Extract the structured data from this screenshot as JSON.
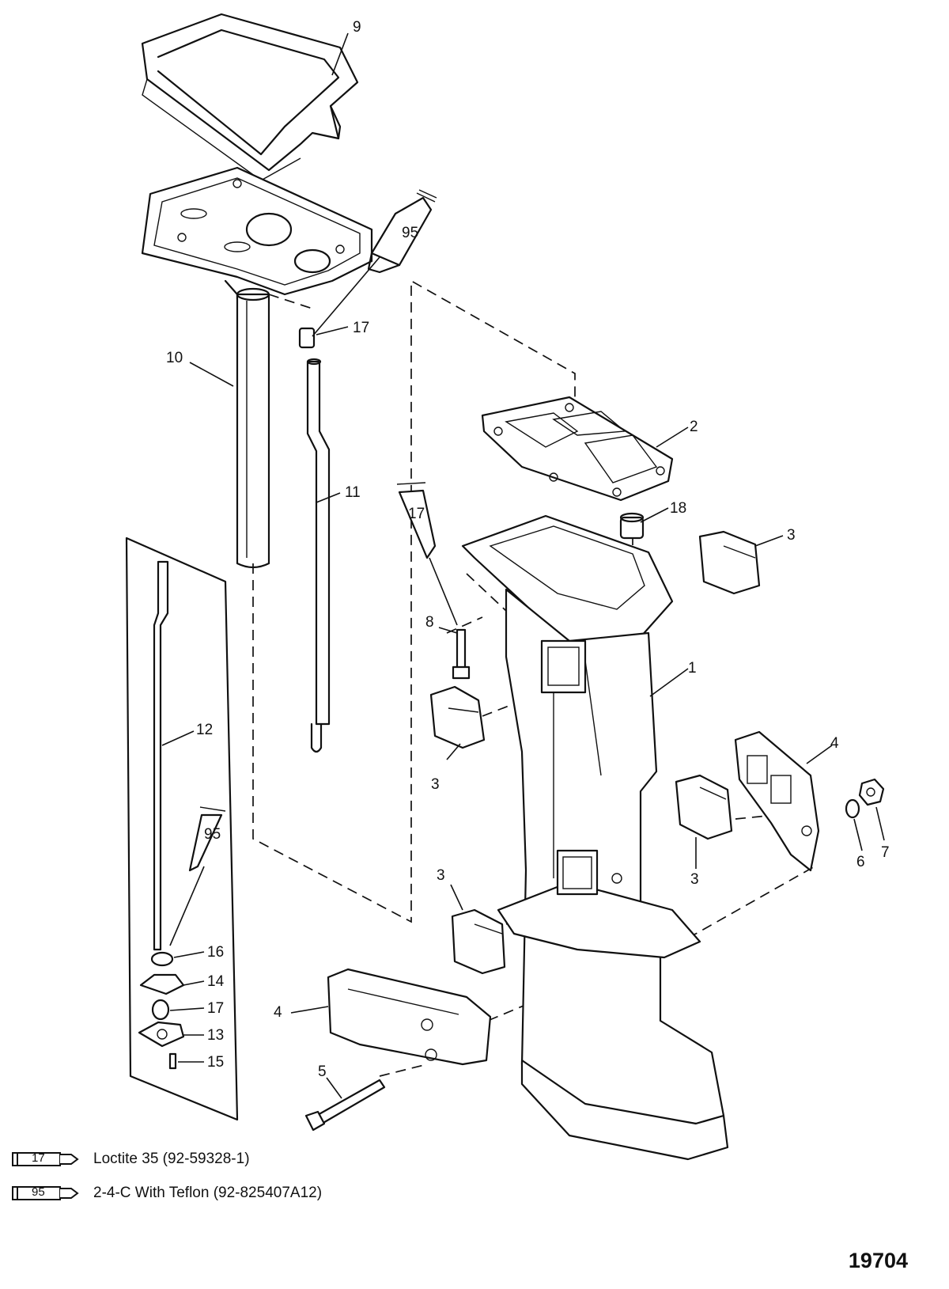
{
  "callouts": {
    "c1": "1",
    "c2": "2",
    "c3a": "3",
    "c3b": "3",
    "c3c": "3",
    "c3d": "3",
    "c4a": "4",
    "c4b": "4",
    "c5": "5",
    "c6": "6",
    "c7": "7",
    "c8": "8",
    "c9": "9",
    "c10": "10",
    "c11": "11",
    "c12": "12",
    "c13": "13",
    "c14": "14",
    "c15": "15",
    "c16": "16",
    "c17a": "17",
    "c17b": "17",
    "c18": "18",
    "tube95a": "95",
    "tube95b": "95",
    "tube17": "17"
  },
  "legend": [
    {
      "code": "17",
      "text": "Loctite 35 (92-59328-1)"
    },
    {
      "code": "95",
      "text": "2-4-C  With Teflon (92-825407A12)"
    }
  ],
  "drawing_number": "19704"
}
